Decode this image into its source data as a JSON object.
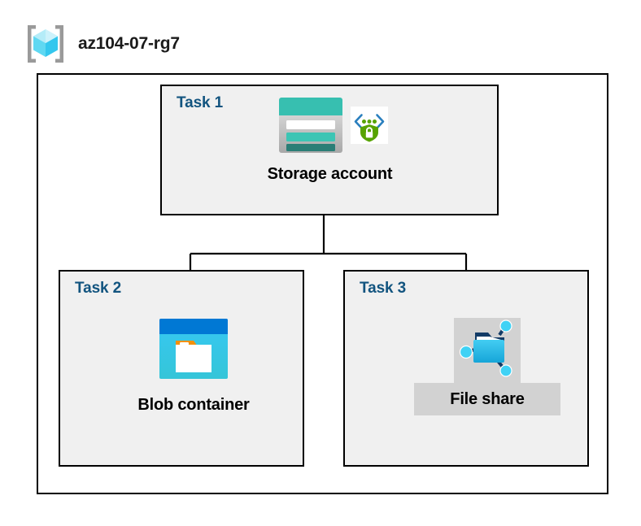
{
  "header": {
    "resource_group_name": "az104-07-rg7",
    "icon": "resource-group-cube-icon"
  },
  "container": {
    "name": "resource-group-boundary"
  },
  "panels": [
    {
      "id": "task1",
      "label": "Task 1",
      "node_caption": "Storage account",
      "icons": [
        "storage-account-icon",
        "secure-transfer-shield-icon"
      ]
    },
    {
      "id": "task2",
      "label": "Task 2",
      "node_caption": "Blob container",
      "icons": [
        "blob-container-icon"
      ]
    },
    {
      "id": "task3",
      "label": "Task 3",
      "node_caption": "File share",
      "icons": [
        "file-share-icon"
      ]
    }
  ],
  "colors": {
    "task_label": "#12547f",
    "panel_fill": "#f0f0f0",
    "panel_border": "#000000",
    "container_fill": "#ffffff",
    "highlight_block": "#d2d2d2",
    "storage_teal": "#37bfb0",
    "storage_teal_dark": "#2a7e76",
    "azure_blue": "#0078d4",
    "blob_cyan": "#32c5f0",
    "folder_cyan": "#32bde8",
    "shield_green": "#57a300",
    "tab_orange": "#f2900c",
    "cube_cyan": "#7fe3f5"
  }
}
